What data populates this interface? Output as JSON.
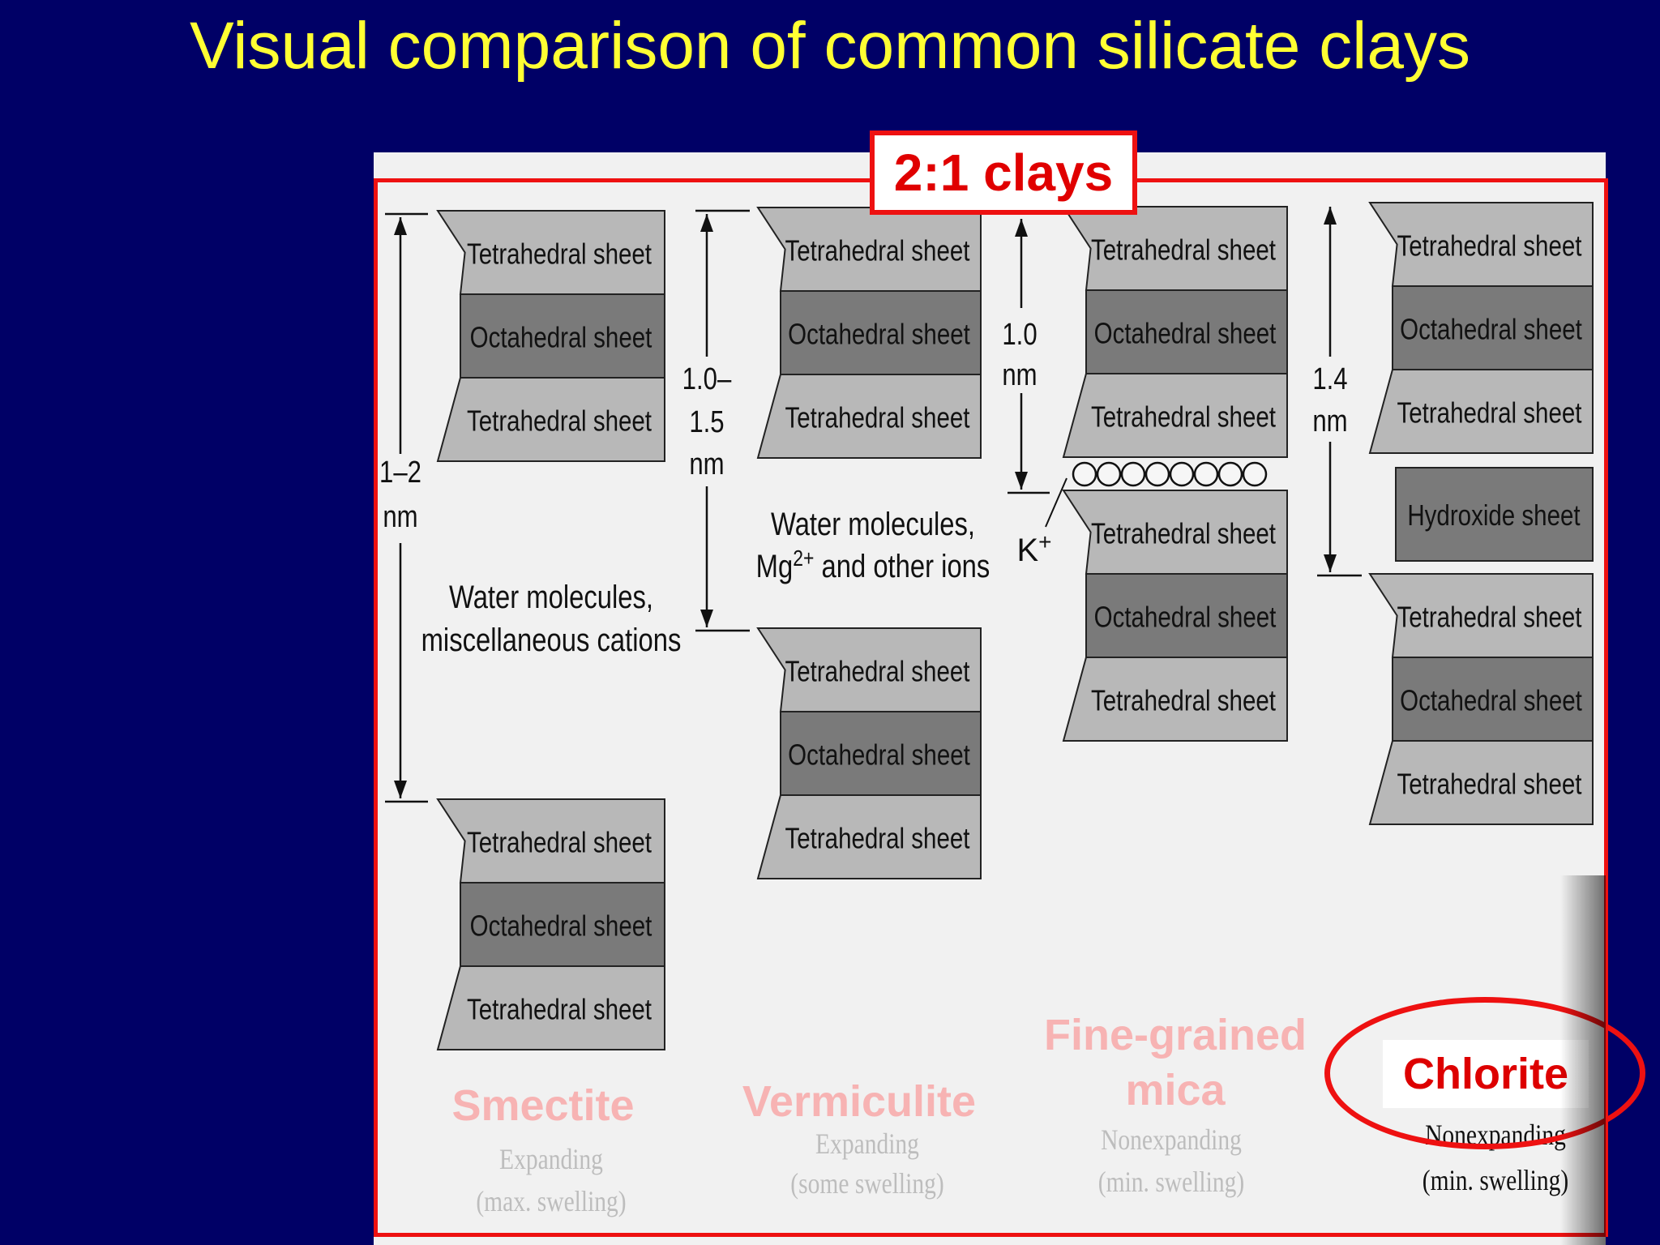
{
  "title": "Visual comparison of common silicate clays",
  "group_label": "2:1 clays",
  "sheets": {
    "tetrahedral": "Tetrahedral sheet",
    "octahedral": "Octahedral sheet",
    "hydroxide": "Hydroxide sheet"
  },
  "spacing": {
    "smectite": [
      "1–2",
      "nm"
    ],
    "vermiculite": [
      "1.0–",
      "1.5",
      "nm"
    ],
    "mica": [
      "1.0",
      "nm"
    ],
    "chlorite": [
      "1.4",
      "nm"
    ]
  },
  "interlayer": {
    "smectite": [
      "Water molecules,",
      "miscellaneous cations"
    ],
    "vermiculite_line1": "Water molecules,",
    "vermiculite_mg": "Mg",
    "vermiculite_sup": "2+",
    "vermiculite_rest": " and other ions",
    "potassium": "K",
    "potassium_sup": "+"
  },
  "minerals": {
    "smectite": {
      "name": "Smectite",
      "behavior": "Expanding",
      "swelling": "(max. swelling)"
    },
    "vermiculite": {
      "name": "Vermiculite",
      "behavior": "Expanding",
      "swelling": "(some swelling)"
    },
    "mica": {
      "name_line1": "Fine-grained",
      "name_line2": "mica",
      "behavior": "Nonexpanding",
      "swelling": "(min. swelling)"
    },
    "chlorite": {
      "name": "Chlorite",
      "behavior": "Nonexpanding",
      "swelling": "(min. swelling)"
    }
  },
  "colors": {
    "background": "#000066",
    "title": "#ffff33",
    "highlight": "#ee1111",
    "mineral_label": "#f7b3b3",
    "tetrahedral_fill": "#b8b8b8",
    "octahedral_fill": "#7a7a7a"
  }
}
